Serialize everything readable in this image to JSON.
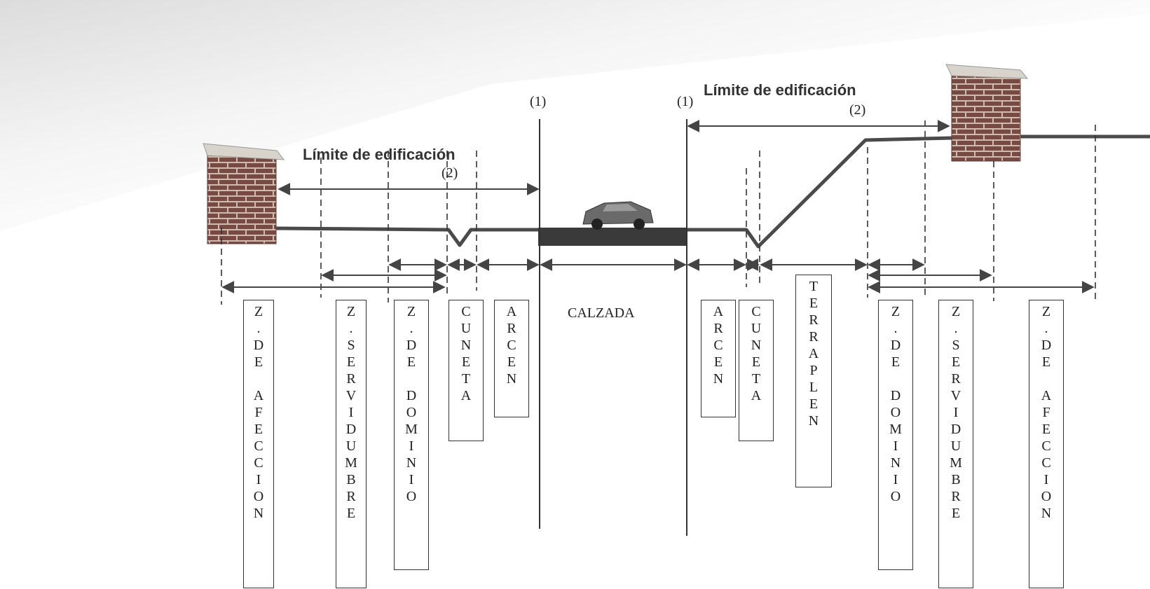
{
  "limit_labels": {
    "left_title": "Límite de edificación",
    "right_title": "Límite de edificación",
    "left_marker_1": "(1)",
    "right_marker_1": "(1)",
    "left_marker_2": "(2)",
    "right_marker_2": "(2)"
  },
  "center_label": "CALZADA",
  "zones": [
    {
      "id": "z-afeccion-left",
      "text": "Z.DE AFECCION"
    },
    {
      "id": "z-servidumbre-left",
      "text": "Z.SERVIDUMBRE"
    },
    {
      "id": "z-dominio-left",
      "text": "Z.DE DOMINIO"
    },
    {
      "id": "cuneta-left",
      "text": "CUNETA"
    },
    {
      "id": "arcen-left",
      "text": "ARCEN"
    },
    {
      "id": "arcen-right",
      "text": "ARCEN"
    },
    {
      "id": "cuneta-right",
      "text": "CUNETA"
    },
    {
      "id": "terraplen",
      "text": "TERRAPLEN"
    },
    {
      "id": "z-dominio-right",
      "text": "Z.DE DOMINIO"
    },
    {
      "id": "z-servidumbre-right",
      "text": "Z.SERVIDUMBRE"
    },
    {
      "id": "z-afeccion-right",
      "text": "Z.DE AFECCION"
    }
  ],
  "colors": {
    "profile": "#4a4a4a",
    "road": "#3a3a3a",
    "brick": "#7a4a42",
    "mortar": "#c9bdb2",
    "cap": "#d8d4cc",
    "car": "#6a6a6a"
  }
}
